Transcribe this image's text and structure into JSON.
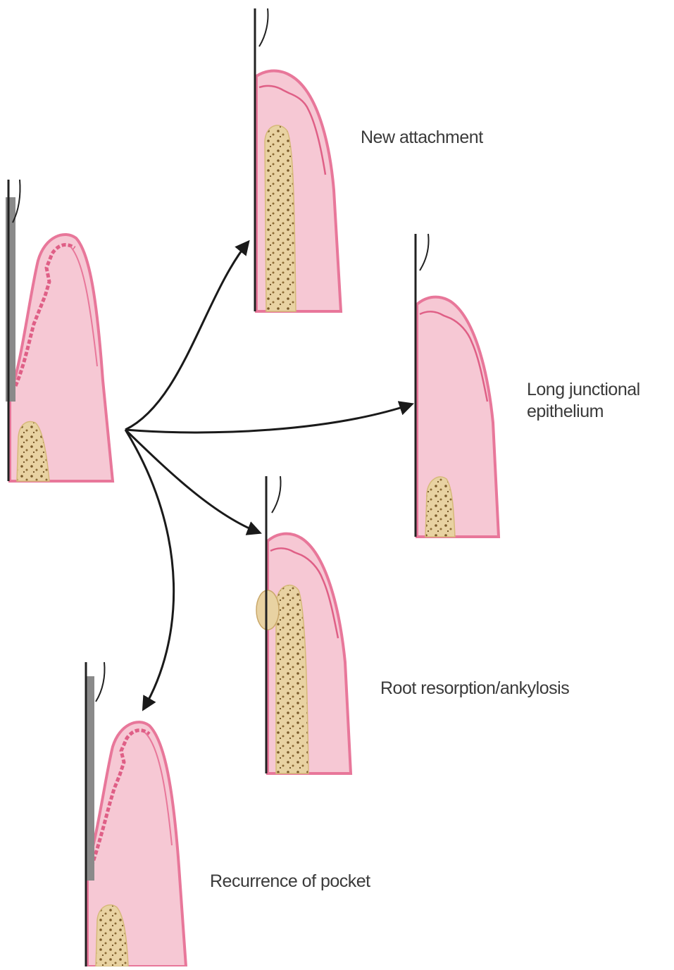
{
  "labels": {
    "new_attachment": "New attachment",
    "long_junctional_line1": "Long junctional",
    "long_junctional_line2": "epithelium",
    "root_resorption": "Root resorption/ankylosis",
    "recurrence": "Recurrence of pocket"
  },
  "colors": {
    "gingiva_fill": "#f6c8d4",
    "gingiva_outline": "#e8779a",
    "epithelium_ridge": "#df5f86",
    "bone_fill": "#e8d2a2",
    "bone_speckle": "#7a5a2a",
    "calculus": "#8a8a8a",
    "root_line": "#222222",
    "arrow": "#1a1a1a"
  }
}
